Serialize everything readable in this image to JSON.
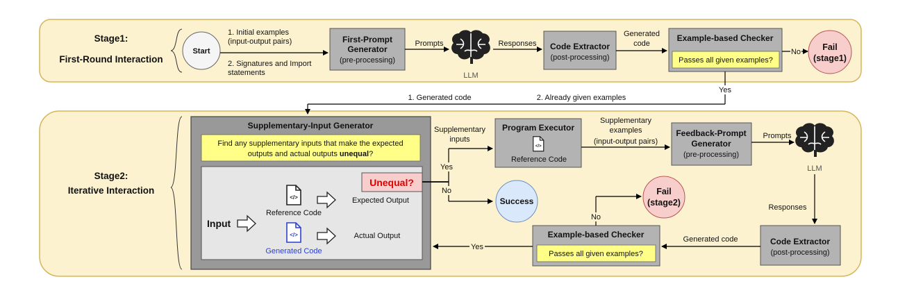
{
  "stage1": {
    "label_line1": "Stage1:",
    "label_line2": "First-Round Interaction",
    "start": "Start",
    "input_1_line1": "1. Initial examples",
    "input_1_line2": "(input-output pairs)",
    "input_2_line1": "2.  Signatures and Import",
    "input_2_line2": "statements",
    "first_prompt_line1": "First-Prompt",
    "first_prompt_line2": "Generator",
    "first_prompt_sub": "(pre-processing)",
    "prompts": "Prompts",
    "llm": "LLM",
    "responses": "Responses",
    "extractor_title": "Code Extractor",
    "extractor_sub": "(post-processing)",
    "generated_line1": "Generated",
    "generated_line2": "code",
    "checker_title": "Example-based Checker",
    "checker_question": "Passes all given examples?",
    "no": "No",
    "fail_line1": "Fail",
    "fail_line2": "(stage1)",
    "yes": "Yes"
  },
  "transition": {
    "generated_code": "1. Generated code",
    "given_examples": "2. Already given examples"
  },
  "stage2": {
    "label_line1": "Stage2:",
    "label_line2": "Iterative Interaction",
    "sig_title": "Supplementary-Input Generator",
    "sig_question_line1": "Find any supplementary inputs that make the expected",
    "sig_question_line2a": "outputs and actual outputs ",
    "sig_question_line2b": "unequal",
    "sig_question_line2c": "?",
    "input": "Input",
    "reference_code": "Reference Code",
    "generated_code": "Generated Code",
    "expected_output": "Expected Output",
    "actual_output": "Actual Output",
    "unequal": "Unequal?",
    "yes": "Yes",
    "no": "No",
    "supp_inputs_line1": "Supplementary",
    "supp_inputs_line2": "inputs",
    "executor_title": "Program Executor",
    "executor_sub": "Reference Code",
    "supp_examples_line1": "Supplementary",
    "supp_examples_line2": "examples",
    "supp_examples_line3": "(input-output pairs)",
    "feedback_line1": "Feedback-Prompt",
    "feedback_line2": "Generator",
    "feedback_sub": "(pre-processing)",
    "prompts": "Prompts",
    "llm": "LLM",
    "responses": "Responses",
    "success": "Success",
    "fail_line1": "Fail",
    "fail_line2": "(stage2)",
    "no_fail": "No",
    "checker_title": "Example-based Checker",
    "checker_question": "Passes all given examples?",
    "generated_code_label": "Generated code",
    "extractor_title": "Code Extractor",
    "extractor_sub": "(post-processing)",
    "yes_back": "Yes"
  },
  "colors": {
    "stage_fill": "#fdf2d0",
    "stage_stroke": "#d6b656",
    "box_fill": "#b3b3b3",
    "inner_fill": "#e6e6e6",
    "highlight": "#ffff88",
    "fail_fill": "#f8cecc",
    "fail_stroke": "#b85450",
    "success_fill": "#dae8fc",
    "success_stroke": "#6c8ebf",
    "unequal_fill": "#f8cecc",
    "unequal_text": "#e00000",
    "generated_blue": "#2b3fd1"
  },
  "icons": [
    "brain-icon",
    "code-file-icon",
    "arrow-icon"
  ]
}
